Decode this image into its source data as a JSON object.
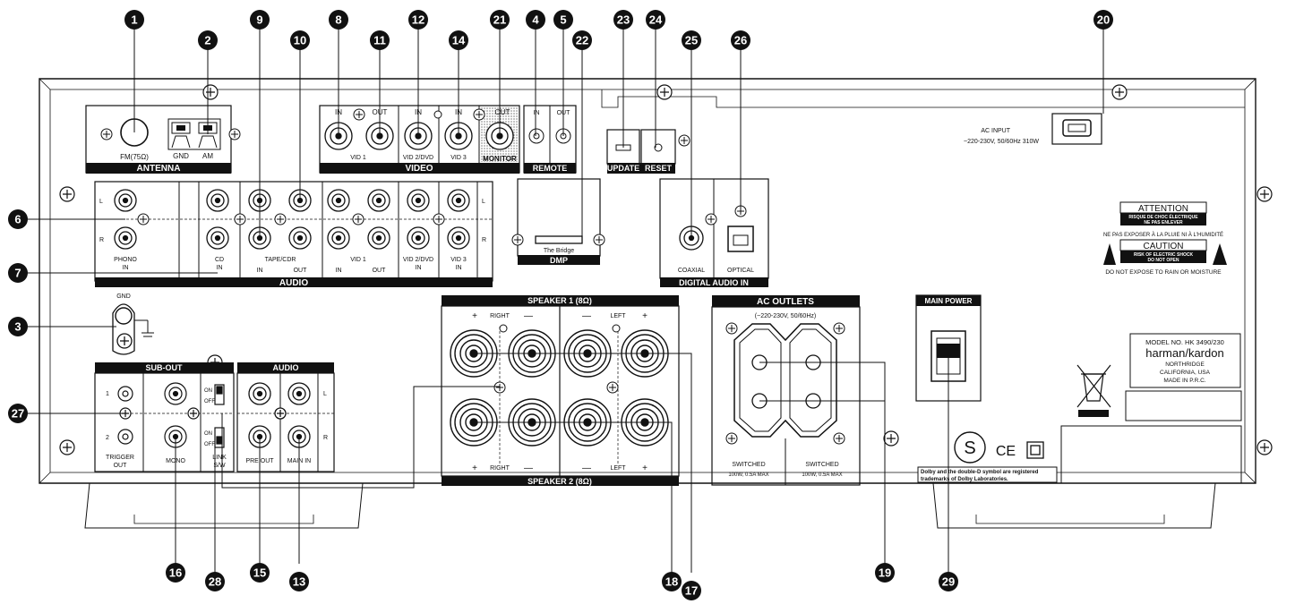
{
  "callouts": [
    "1",
    "2",
    "9",
    "10",
    "8",
    "11",
    "12",
    "14",
    "21",
    "4",
    "5",
    "22",
    "23",
    "24",
    "25",
    "26",
    "20",
    "6",
    "7",
    "3",
    "27",
    "16",
    "28",
    "15",
    "13",
    "18",
    "17",
    "19",
    "29"
  ],
  "sections": {
    "antenna": "ANTENNA",
    "video": "VIDEO",
    "remote": "REMOTE",
    "update": "UPDATE",
    "reset": "RESET",
    "audio": "AUDIO",
    "dmp": "DMP",
    "digital_audio_in": "DIGITAL AUDIO IN",
    "speaker1": "SPEAKER 1 (8Ω)",
    "speaker2": "SPEAKER 2 (8Ω)",
    "ac_outlets": "AC OUTLETS",
    "main_power": "MAIN POWER",
    "sub_out": "SUB-OUT",
    "audio2": "AUDIO"
  },
  "labels": {
    "fm": "FM(75Ω)",
    "gnd": "GND",
    "am": "AM",
    "in": "IN",
    "out": "OUT",
    "vid1": "VID 1",
    "vid2dvd": "VID 2/DVD",
    "vid3": "VID 3",
    "monitor": "MONITOR",
    "ac_input": "AC INPUT",
    "ac_input_spec": "~220-230V, 50/60Hz 310W",
    "l": "L",
    "r": "R",
    "phono_in_1": "PHONO",
    "phono_in_2": "IN",
    "cd_in_1": "CD",
    "cd_in_2": "IN",
    "tape_cdr": "TAPE/CDR",
    "the_bridge": "The Bridge",
    "coaxial": "COAXIAL",
    "optical": "OPTICAL",
    "gnd2": "GND",
    "right": "RIGHT",
    "left": "LEFT",
    "plus": "+",
    "minus": "—",
    "ac_spec": "(~220-230V, 50/60Hz)",
    "switched": "SWITCHED",
    "switched_spec": "100W, 0.5A MAX",
    "trigger_out_1": "TRIGGER",
    "trigger_out_2": "OUT",
    "one": "1",
    "two": "2",
    "mono": "MONO",
    "on": "ON",
    "off": "OFF",
    "link_sw_1": "LINK",
    "link_sw_2": "S/W",
    "pre_out": "PRE OUT",
    "main_in": "MAIN IN",
    "attention": "ATTENTION",
    "attention_1": "RISQUE DE CHOC ÉLECTRIQUE",
    "attention_2": "NE PAS ENLEVER",
    "attention_3": "NE PAS EXPOSER À LA PLUIE NI À L'HUMIDITÉ",
    "caution": "CAUTION",
    "caution_1": "RISK OF ELECTRIC SHOCK",
    "caution_2": "DO NOT OPEN",
    "caution_3": "DO NOT EXPOSE TO RAIN OR MOISTURE",
    "model_no": "MODEL NO. HK 3490/230",
    "brand": "harman/kardon",
    "city": "NORTHRIDGE",
    "state": "CALIFORNIA, USA",
    "made_in": "MADE IN P.R.C.",
    "dolby_1": "Dolby and the double-D symbol are registered",
    "dolby_2": "trademarks of Dolby Laboratories.",
    "ce": "CE"
  }
}
